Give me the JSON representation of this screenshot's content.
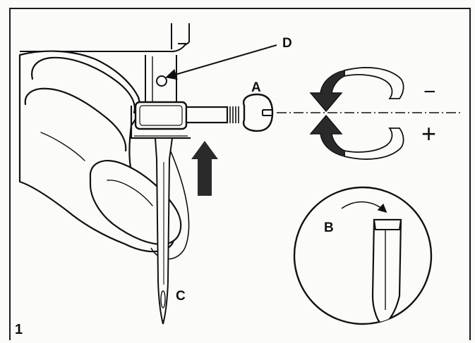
{
  "figure": {
    "number": "1",
    "labels": {
      "a": "A",
      "b": "B",
      "c": "C",
      "d": "D"
    },
    "symbols": {
      "minus": "−",
      "plus": "+"
    }
  },
  "colors": {
    "ink": "#111111",
    "paper": "#fbfbf9",
    "shade": "#2a2a2a"
  }
}
